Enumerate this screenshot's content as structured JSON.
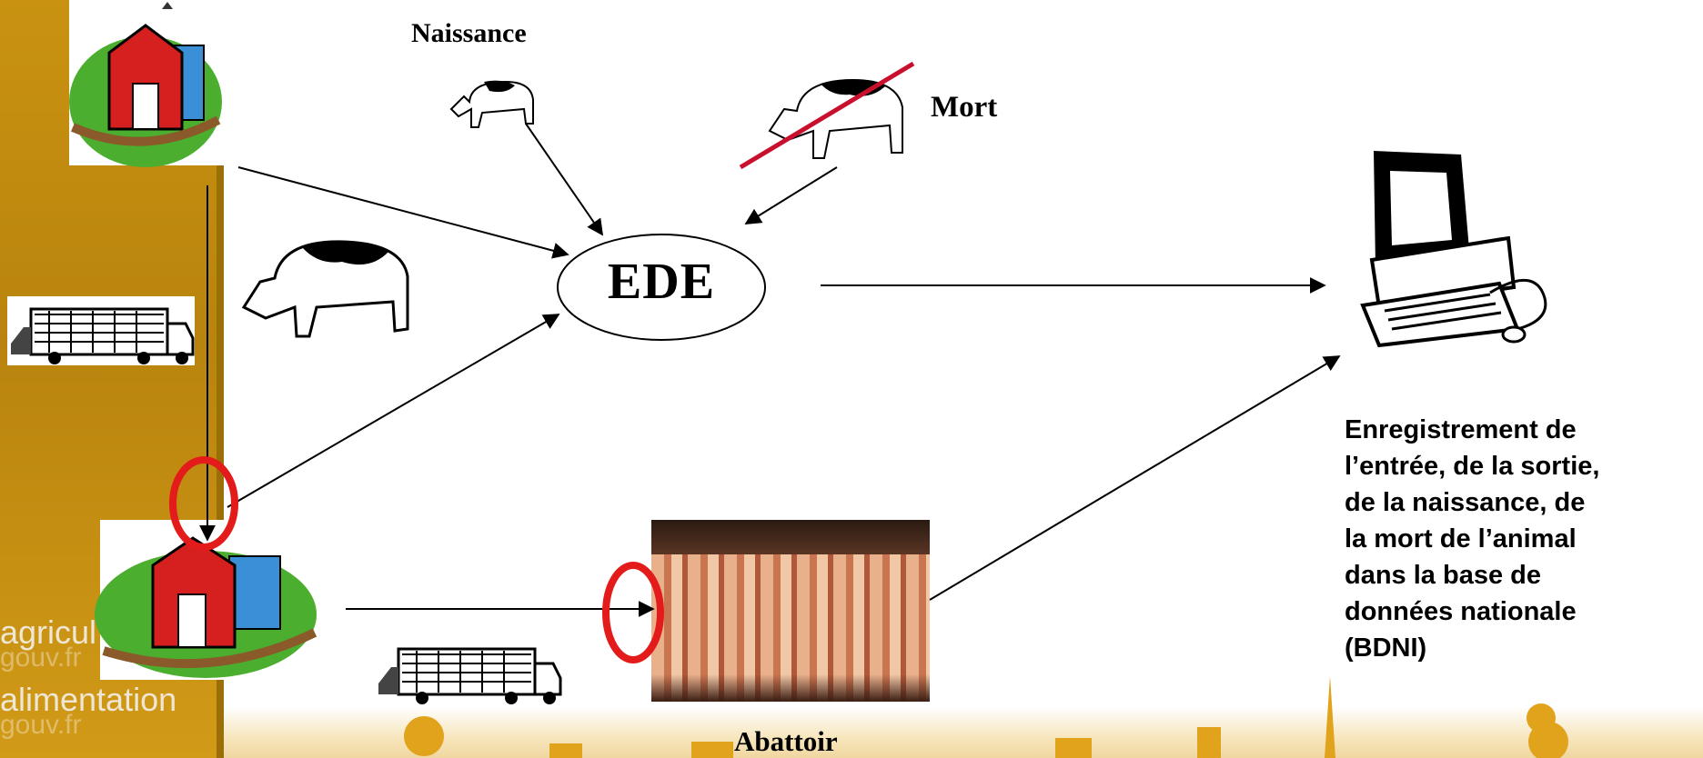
{
  "sidebar": {
    "lines": [
      {
        "text": "agricul",
        "ghost": "gouv.fr"
      },
      {
        "text": "alimentation",
        "ghost": "gouv.fr"
      }
    ]
  },
  "diagram": {
    "center_label": "EDE",
    "birth_label": "Naissance",
    "death_label": "Mort",
    "slaughter_label": "Abattoir",
    "description_lines": [
      "Enregistrement de",
      "l’entrée, de la sortie,",
      "de la naissance, de",
      "la mort de l’animal",
      "dans la base de",
      "données nationale",
      "(BDNI)"
    ]
  },
  "icons": {
    "farm_top": "farm-icon",
    "farm_bottom": "farm-icon",
    "truck_left": "livestock-truck-icon",
    "truck_bottom": "livestock-truck-icon",
    "cow_small": "cow-icon",
    "cow_large": "cow-icon",
    "cow_dead": "crossed-cow-icon",
    "computer": "computer-icon",
    "slaughterhouse_photo": "carcass-photo"
  },
  "colors": {
    "sidebar": "#c99211",
    "highlight_circle": "#e31b1b",
    "strike_line": "#c8102e"
  }
}
